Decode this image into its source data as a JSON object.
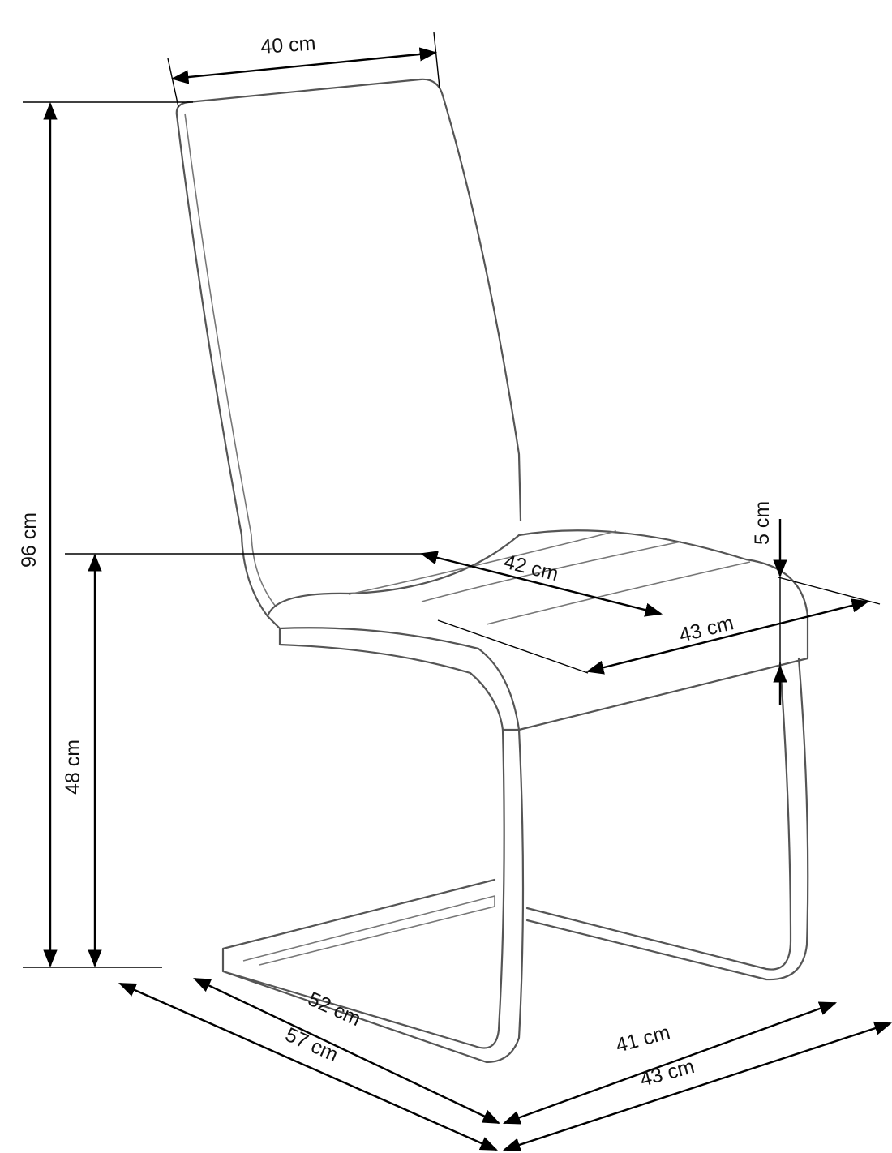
{
  "title": "Chair dimensions",
  "dimensions": {
    "backrest_width": "40 cm",
    "total_height": "96 cm",
    "seat_height": "48 cm",
    "seat_depth": "42 cm",
    "seat_width": "43 cm",
    "seat_thickness": "5 cm",
    "base_depth": "52 cm",
    "total_depth": "57 cm",
    "base_width": "41 cm",
    "total_width": "43 cm"
  }
}
